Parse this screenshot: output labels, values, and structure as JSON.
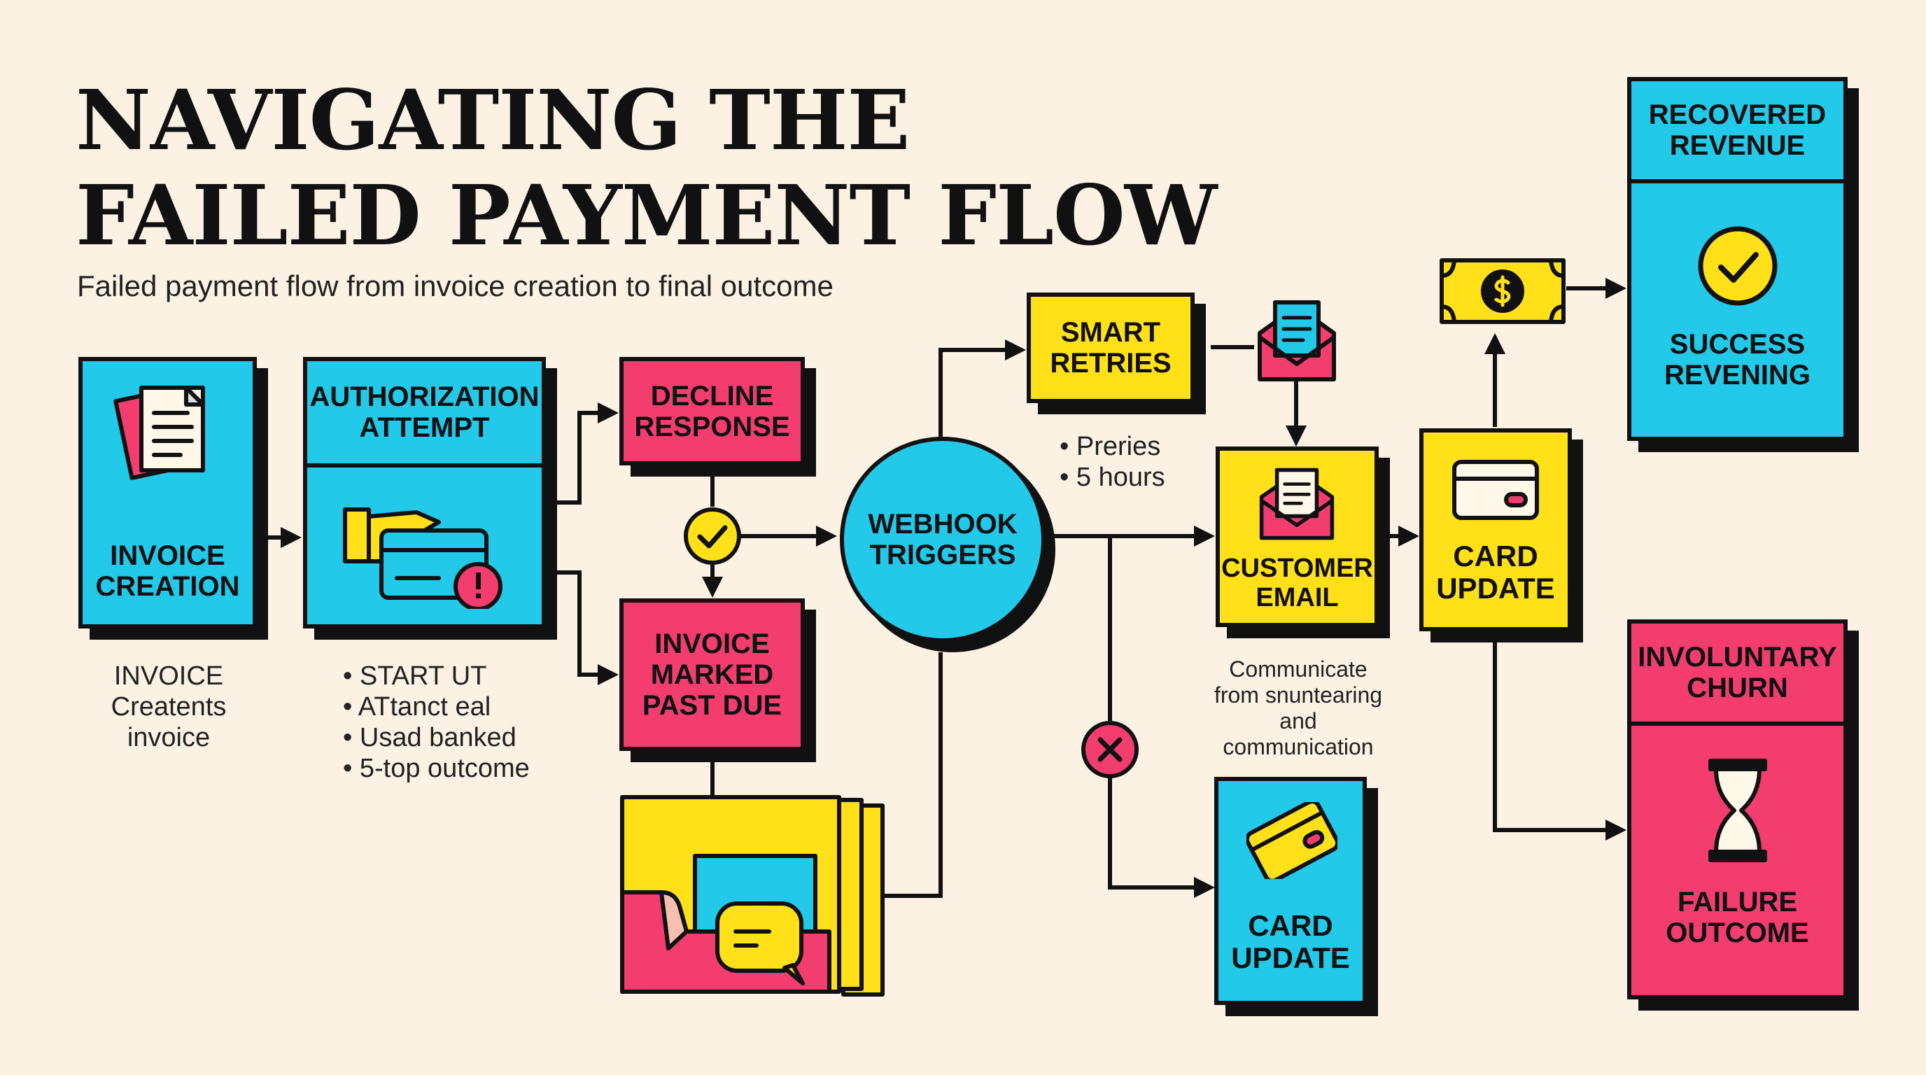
{
  "header": {
    "title_line1": "NAVIGATING THE",
    "title_line2": "FAILED PAYMENT FLOW",
    "subtitle": "Failed payment flow from invoice creation to final outcome"
  },
  "nodes": {
    "invoice_creation": "INVOICE\nCREATION",
    "authorization_attempt": "AUTHORIZATION\nATTEMPT",
    "decline_response": "DECLINE\nRESPONSE",
    "invoice_marked_past_due": "INVOICE\nMARKED\nPAST DUE",
    "webhook_triggers": "WEBHOOK\nTRIGGERS",
    "smart_retries": "SMART\nRETRIES",
    "customer_email": "CUSTOMER\nEMAIL",
    "card_update_upper": "CARD\nUPDATE",
    "card_update_lower": "CARD\nUPDATE",
    "recovered_revenue": "RECOVERED\nREVENUE",
    "success_revenue": "SUCCESS\nREVENING",
    "involuntary_churn": "INVOLUNTARY\nCHURN",
    "failure_outcome": "FAILURE\nOUTCOME"
  },
  "notes": {
    "invoice": "INVOICE\nCreatents\ninvoice",
    "authorization": [
      "START UT",
      "ATtanct eal",
      "Usad banked",
      "5-top outcome"
    ],
    "smart_retries": [
      "Preries",
      "5 hours"
    ],
    "customer_email": "Communicate\nfrom snuntearing\nand\ncommunication"
  },
  "icons": {
    "invoice": "document-stack-icon",
    "authorization": "hand-card-alert-icon",
    "check": "check-circle-icon",
    "folder": "folder-message-icon",
    "envelope": "envelope-icon",
    "card": "credit-card-icon",
    "money": "dollar-bill-icon",
    "success": "check-circle-icon",
    "failure_x": "x-circle-icon",
    "hourglass": "hourglass-icon"
  },
  "colors": {
    "cyan": "#22c9e9",
    "pink": "#f23d6e",
    "yellow": "#ffe019",
    "ink": "#111111",
    "background": "#fbf2e3"
  }
}
